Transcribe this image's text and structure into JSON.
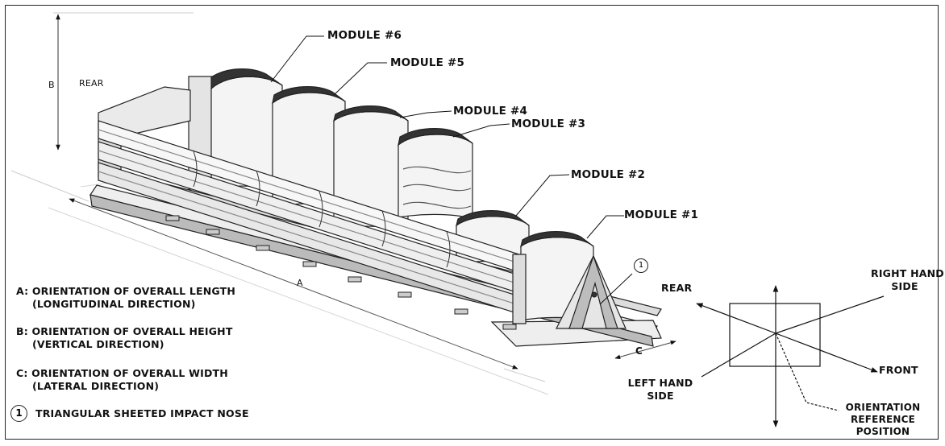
{
  "modules": {
    "m6": "MODULE #6",
    "m5": "MODULE #5",
    "m4": "MODULE #4",
    "m3": "MODULE #3",
    "m2": "MODULE #2",
    "m1": "MODULE #1"
  },
  "dims": {
    "a": "A",
    "b": "B",
    "c": "C",
    "rear_top": "REAR",
    "callout_1": "1"
  },
  "legend": {
    "a_line1": "A: ORIENTATION OF OVERALL LENGTH",
    "a_line2": "(LONGITUDINAL DIRECTION)",
    "b_line1": "B: ORIENTATION OF OVERALL HEIGHT",
    "b_line2": "(VERTICAL DIRECTION)",
    "c_line1": "C: ORIENTATION OF OVERALL WIDTH",
    "c_line2": "(LATERAL DIRECTION)",
    "item_number": "1",
    "item_text": "TRIANGULAR SHEETED IMPACT NOSE"
  },
  "orientation": {
    "rear": "REAR",
    "right_hand_line1": "RIGHT HAND",
    "right_hand_line2": "SIDE",
    "front": "FRONT",
    "left_hand_line1": "LEFT HAND",
    "left_hand_line2": "SIDE",
    "ref_line1": "ORIENTATION",
    "ref_line2": "REFERENCE",
    "ref_line3": "POSITION"
  }
}
